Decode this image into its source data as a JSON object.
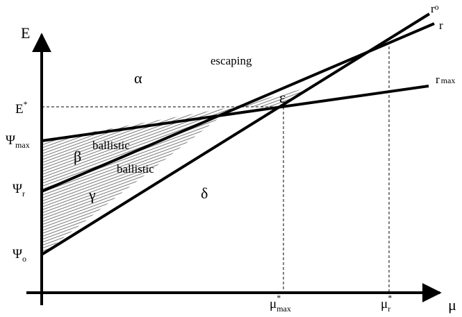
{
  "axes": {
    "y_label": "E",
    "x_label": "μ"
  },
  "y_ticks": [
    {
      "base": "E",
      "sup": "*",
      "sub": ""
    },
    {
      "base": "Ψ",
      "sup": "",
      "sub": "max"
    },
    {
      "base": "Ψ",
      "sup": "",
      "sub": "r"
    },
    {
      "base": "Ψ",
      "sup": "",
      "sub": "o"
    }
  ],
  "x_ticks": [
    {
      "base": "μ",
      "sup": "*",
      "sub": "max"
    },
    {
      "base": "μ",
      "sup": "*",
      "sub": "r"
    }
  ],
  "lines": [
    {
      "base": "r",
      "sub": "o"
    },
    {
      "base": "r",
      "sub": ""
    },
    {
      "base": "r",
      "sub": "max"
    }
  ],
  "regions": {
    "alpha": "α",
    "beta": "β",
    "gamma": "γ",
    "delta": "δ",
    "epsilon": "ε"
  },
  "annotations": {
    "escaping": "escaping",
    "ballistic_upper": "ballistic",
    "ballistic_lower": "ballistic"
  }
}
